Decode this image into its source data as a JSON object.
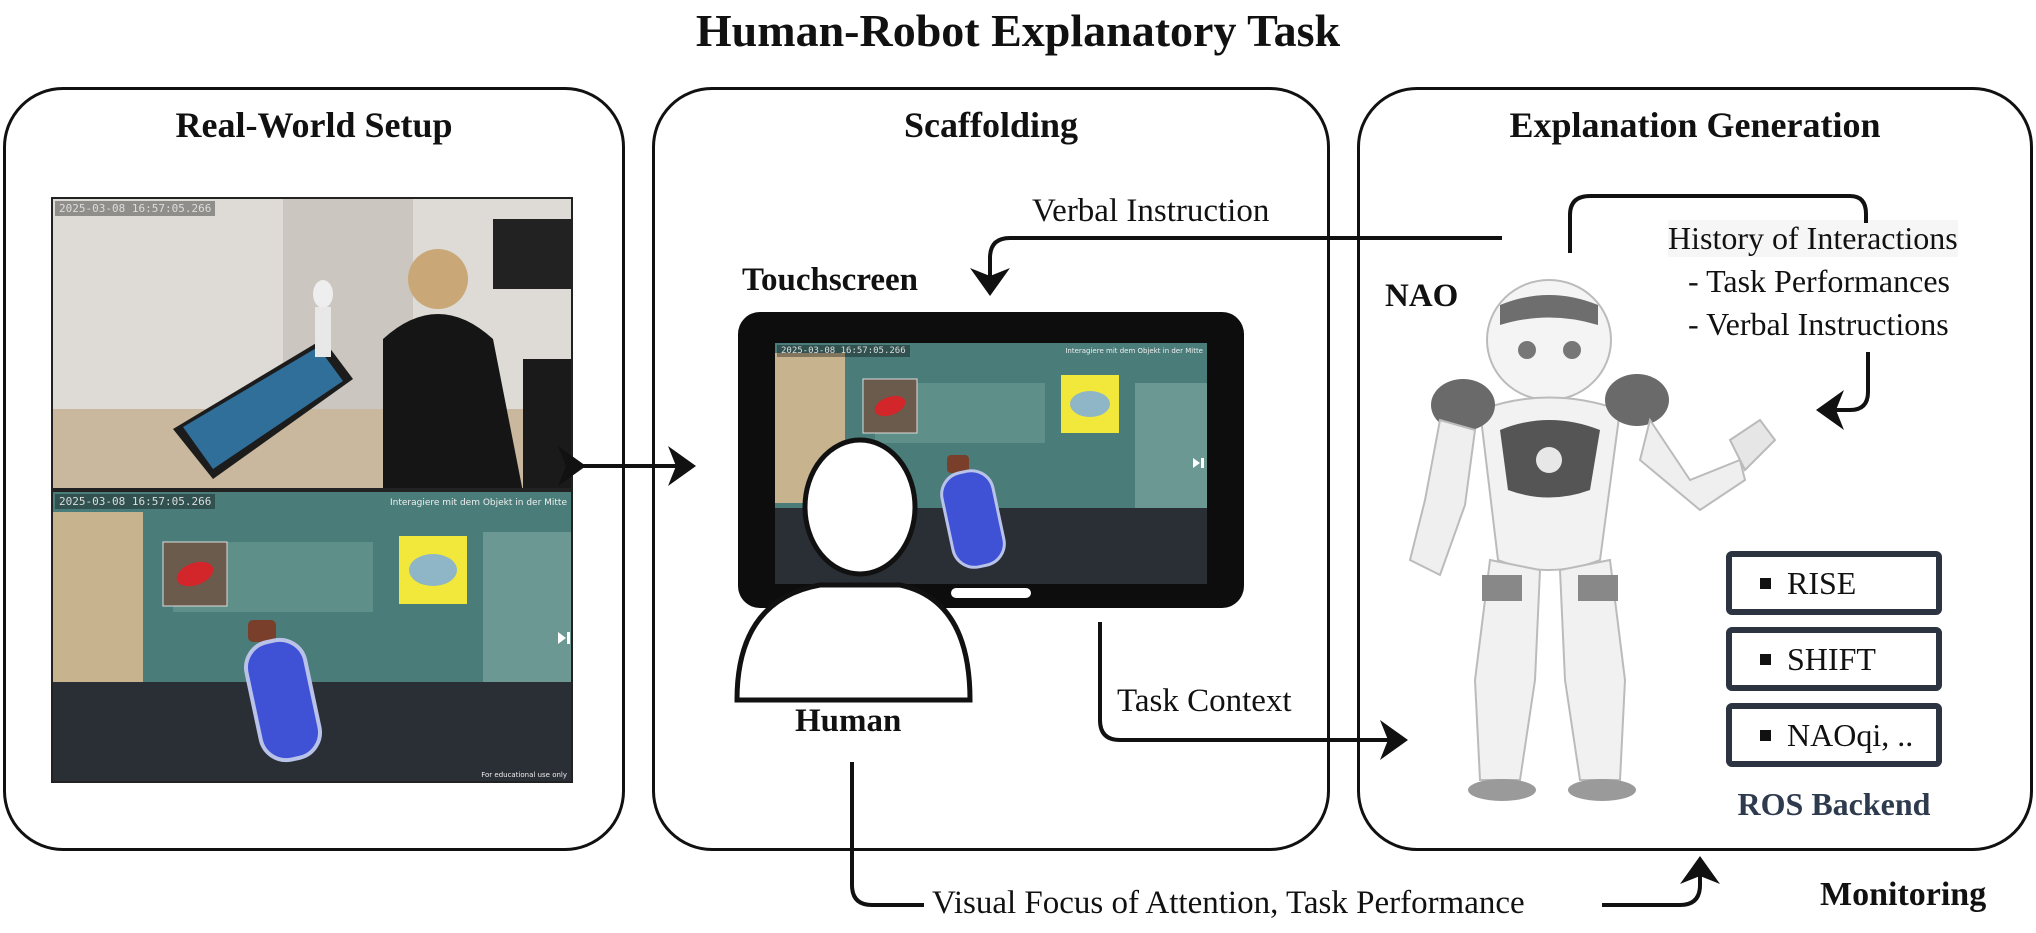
{
  "title": "Human-Robot Explanatory Task",
  "panels": {
    "real_world": {
      "title": "Real-World Setup"
    },
    "scaffolding": {
      "title": "Scaffolding"
    },
    "explanation": {
      "title": "Explanation Generation"
    }
  },
  "screens": {
    "timestamp": "2025-03-08 16:57:05.266",
    "hud_text": "Interagiere mit dem Objekt in der Mitte",
    "footer_text": "For educational use only"
  },
  "labels": {
    "touchscreen": "Touchscreen",
    "human": "Human",
    "nao": "NAO",
    "verbal_instruction": "Verbal Instruction",
    "task_context": "Task Context",
    "history_title": "History of Interactions",
    "history_items": [
      "- Task Performances",
      "- Verbal Instructions"
    ],
    "monitoring_flow": "Visual Focus of Attention, Task Performance",
    "monitoring": "Monitoring"
  },
  "ros_backend": {
    "items": [
      "RISE",
      "SHIFT",
      "NAOqi, .."
    ],
    "title": "ROS Backend"
  },
  "colors": {
    "ros_dark": "#2b3440",
    "ros_title": "#2e3a4e",
    "pill_red": "#d3262b",
    "bottle_blue": "#3f52d6",
    "highlight_yellow": "#f2e83c",
    "scene_teal": "#4a7d7a"
  },
  "icons": [
    "bidirectional-arrow-icon",
    "human-silhouette-icon",
    "nao-robot-icon",
    "pill-icon",
    "bottle-icon",
    "rice-icon",
    "skip-icon"
  ]
}
